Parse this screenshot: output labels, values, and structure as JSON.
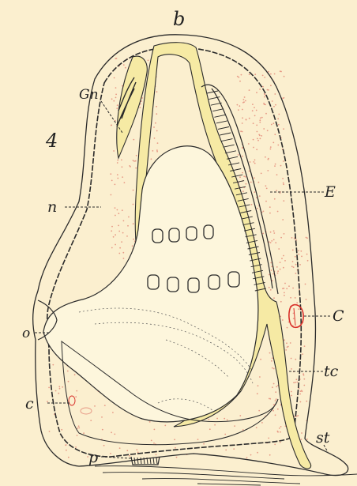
{
  "figure": {
    "panel_number": "4",
    "labels": {
      "b": "b",
      "Gn": "Gn",
      "n": "n",
      "E": "E",
      "o": "o",
      "C": "C",
      "tc": "tc",
      "c": "c",
      "p": "p",
      "st": "st"
    }
  },
  "colors": {
    "background": "#fbefcf",
    "yellow_fill": "#f6eaa4",
    "ink": "#2a2a2a",
    "red": "#d9302a",
    "stipple": "#e79a86"
  }
}
